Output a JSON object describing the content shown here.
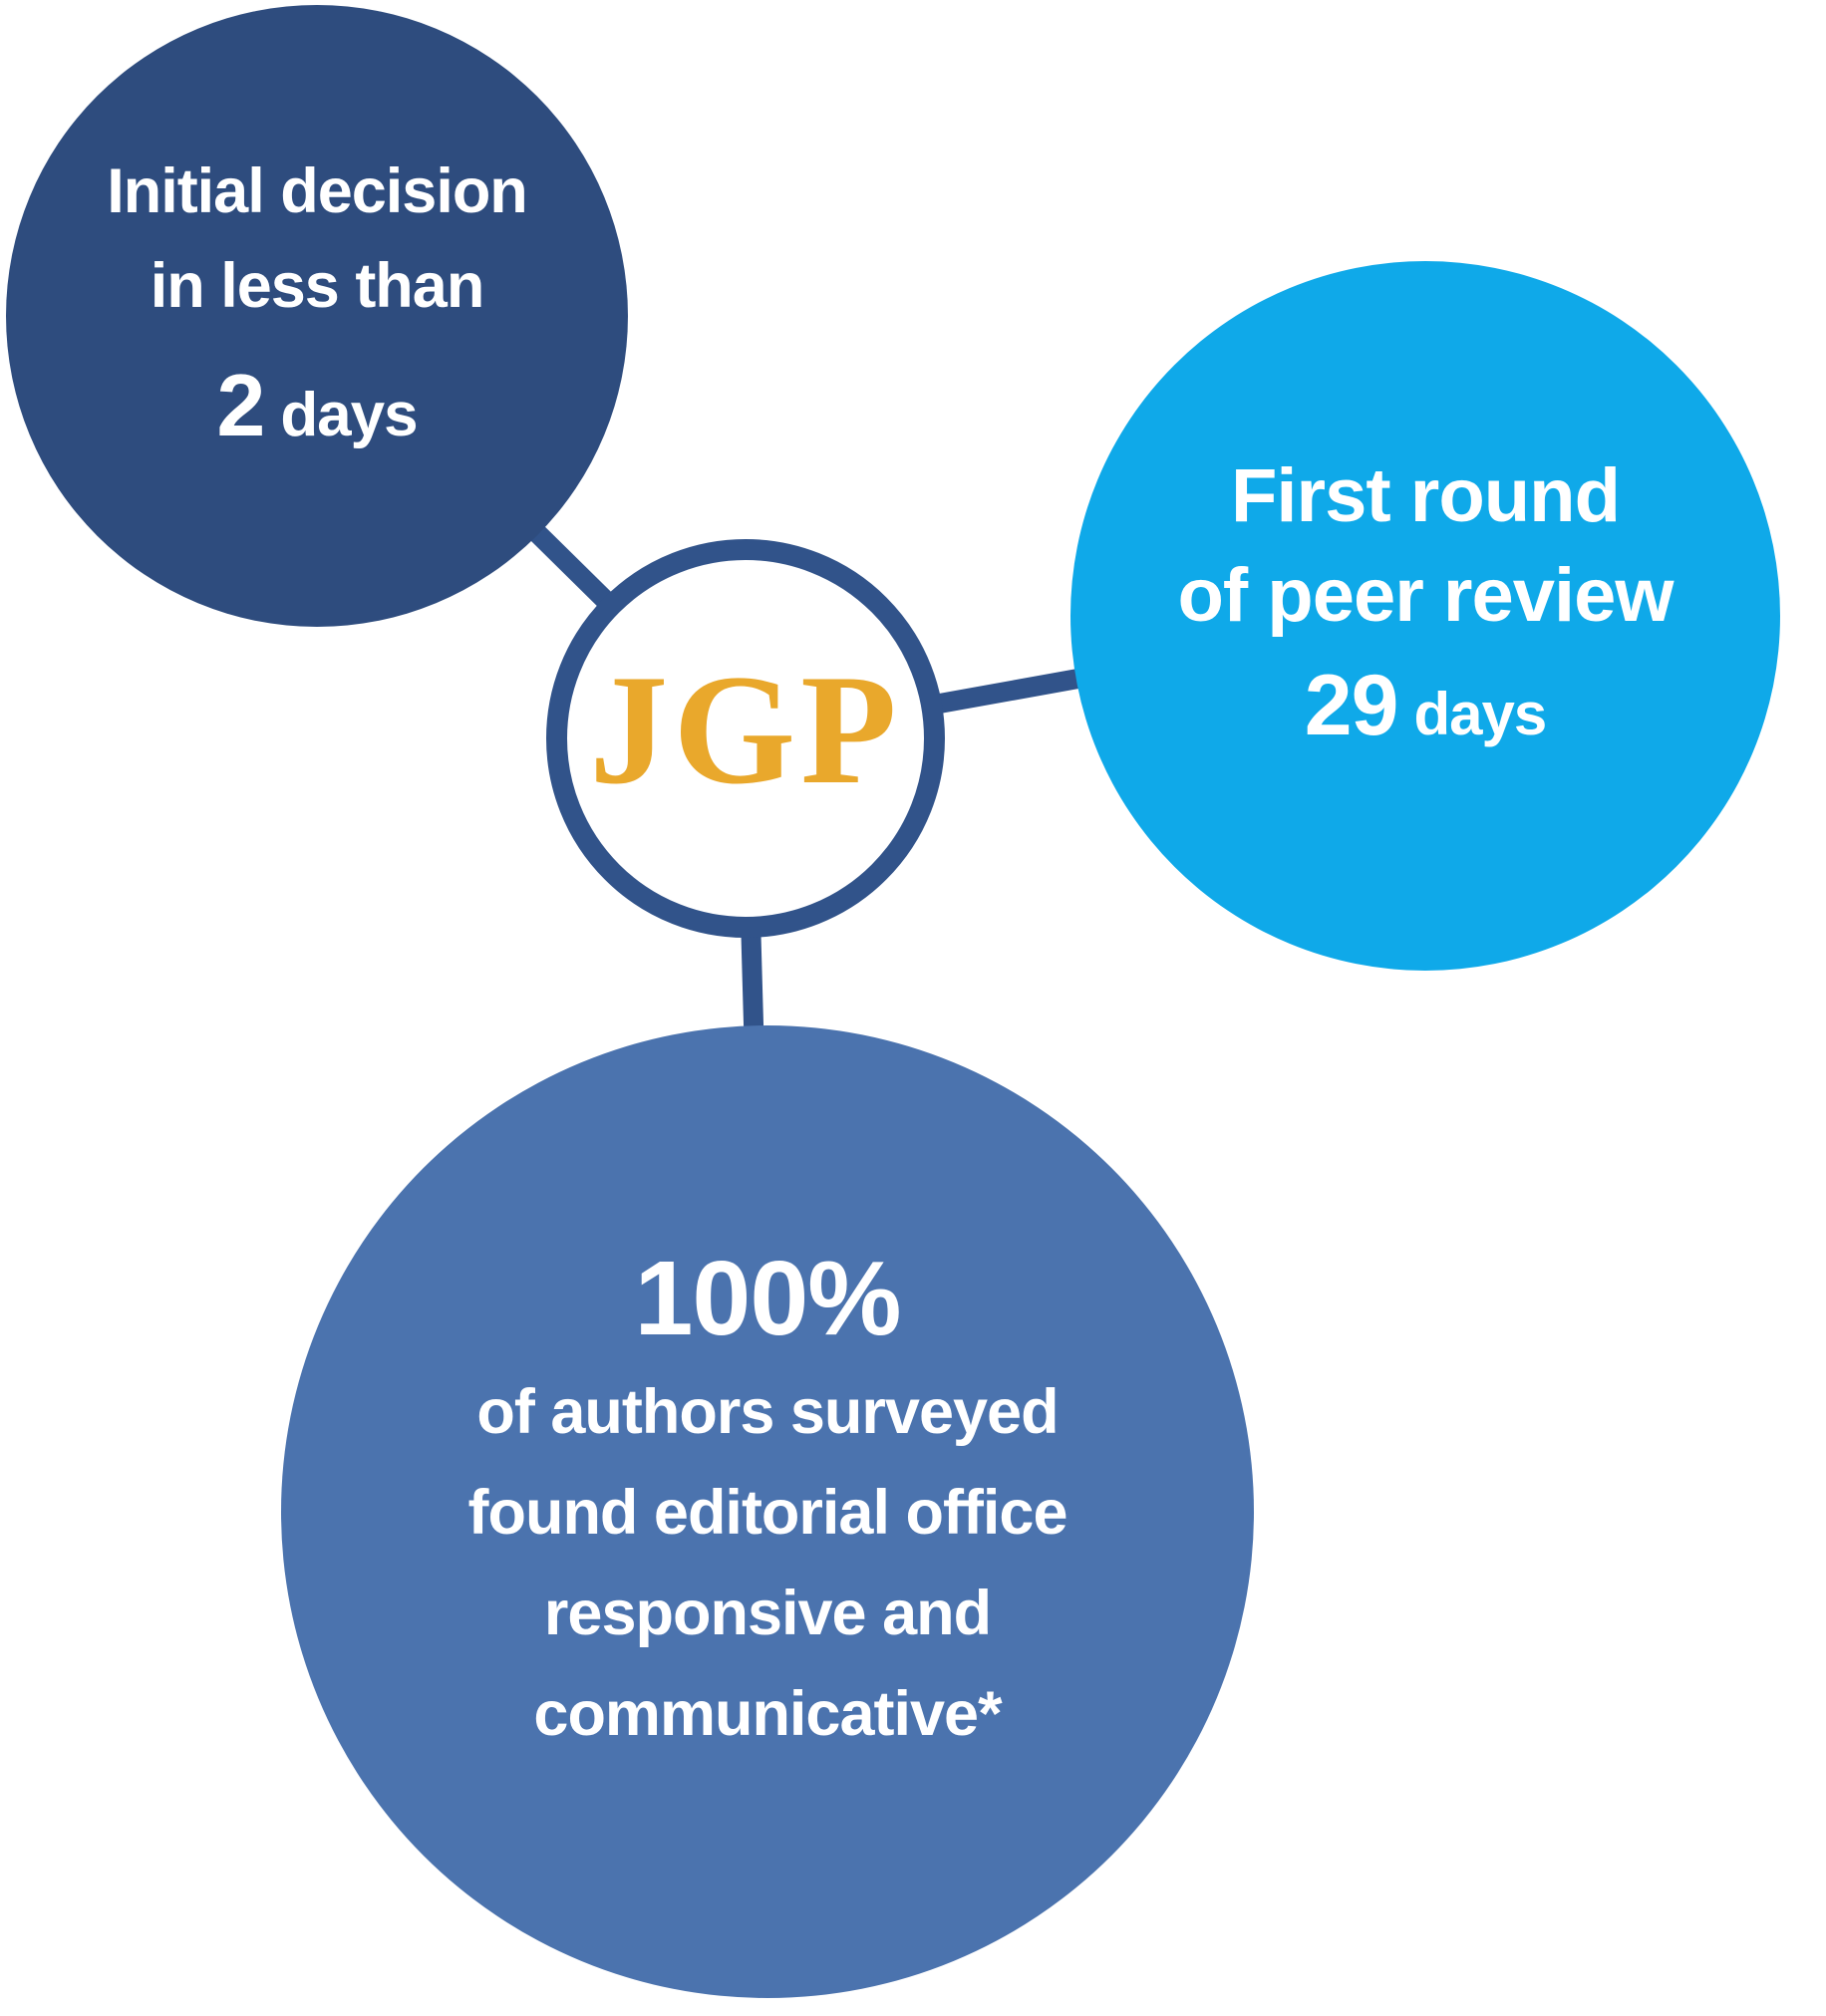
{
  "colors": {
    "navy": "#2E4C7E",
    "line": "#31538A",
    "cyan": "#0FA9E9",
    "medium_blue": "#4B73AE",
    "gold": "#E9A82C",
    "text": "#FFFFFF"
  },
  "hub": {
    "label": "JGP"
  },
  "stats": {
    "initial_decision": {
      "line1": "Initial decision",
      "line2": "in less than",
      "value": "2",
      "unit": "days"
    },
    "peer_review": {
      "line1": "First round",
      "line2": "of peer review",
      "value": "29",
      "unit": "days"
    },
    "authors": {
      "value": "100%",
      "line1": "of authors surveyed",
      "line2": "found editorial office",
      "line3": "responsive and",
      "line4": "communicative*"
    }
  }
}
